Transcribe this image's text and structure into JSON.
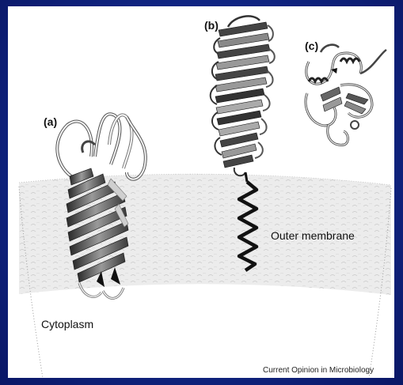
{
  "panels": {
    "a": "(a)",
    "b": "(b)",
    "c": "(c)"
  },
  "regions": {
    "outer_membrane": "Outer membrane",
    "cytoplasm": "Cytoplasm"
  },
  "credit": "Current Opinion in Microbiology",
  "colors": {
    "background": "#12298a",
    "membrane": "#ececec",
    "helix": "#111111"
  }
}
